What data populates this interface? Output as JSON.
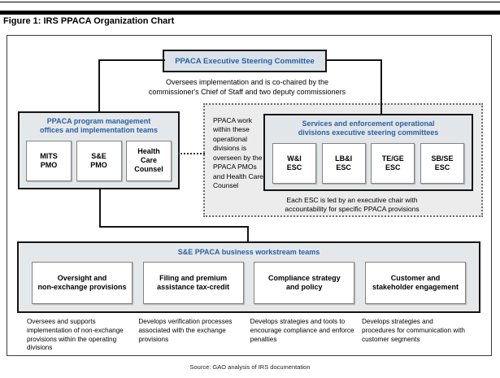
{
  "figure": {
    "title": "Figure 1: IRS PPACA Organization Chart",
    "source": "Source: GAO analysis of IRS documentation"
  },
  "colors": {
    "heading_blue": "#2a61a6",
    "group_fill": "#e5e8ea",
    "steering_fill": "#dbe2e9",
    "dotted_region_fill": "#ececec",
    "connector": "#141414"
  },
  "steering_committee": {
    "title": "PPACA Executive Steering Committee",
    "note": "Oversees implementation and is co-chaired by the\ncommissioner's Chief of Staff and two deputy commissioners"
  },
  "pmo_group": {
    "title": "PPACA program management\noffices and implementation teams",
    "boxes": [
      "MITS\nPMO",
      "S&E\nPMO",
      "Health\nCare\nCounsel"
    ]
  },
  "dotted_region": {
    "note": "PPACA work within these operational divisions is overseen by the PPACA PMOs and Health Care Counsel",
    "esc_note": "Each ESC is led by an executive chair with\naccountability for specific PPACA provisions"
  },
  "ops_group": {
    "title": "Services and enforcement operational\ndivisions executive steering committees",
    "boxes": [
      "W&I\nESC",
      "LB&I\nESC",
      "TE/GE\nESC",
      "SB/SE\nESC"
    ]
  },
  "workstream_group": {
    "title": "S&E PPACA business workstream teams",
    "boxes": [
      "Oversight and\nnon-exchange provisions",
      "Filing and premium\nassistance tax-credit",
      "Compliance strategy\nand policy",
      "Customer and\nstakeholder engagement"
    ],
    "descriptions": [
      "Oversees and supports implementation of non-exchange provisions within the operating divisions",
      "Develops verification processes associated with the exchange provisions",
      "Develops strategies and tools to encourage compliance and enforce penalties",
      "Develops strategies and procedures for communication with customer segments"
    ]
  }
}
